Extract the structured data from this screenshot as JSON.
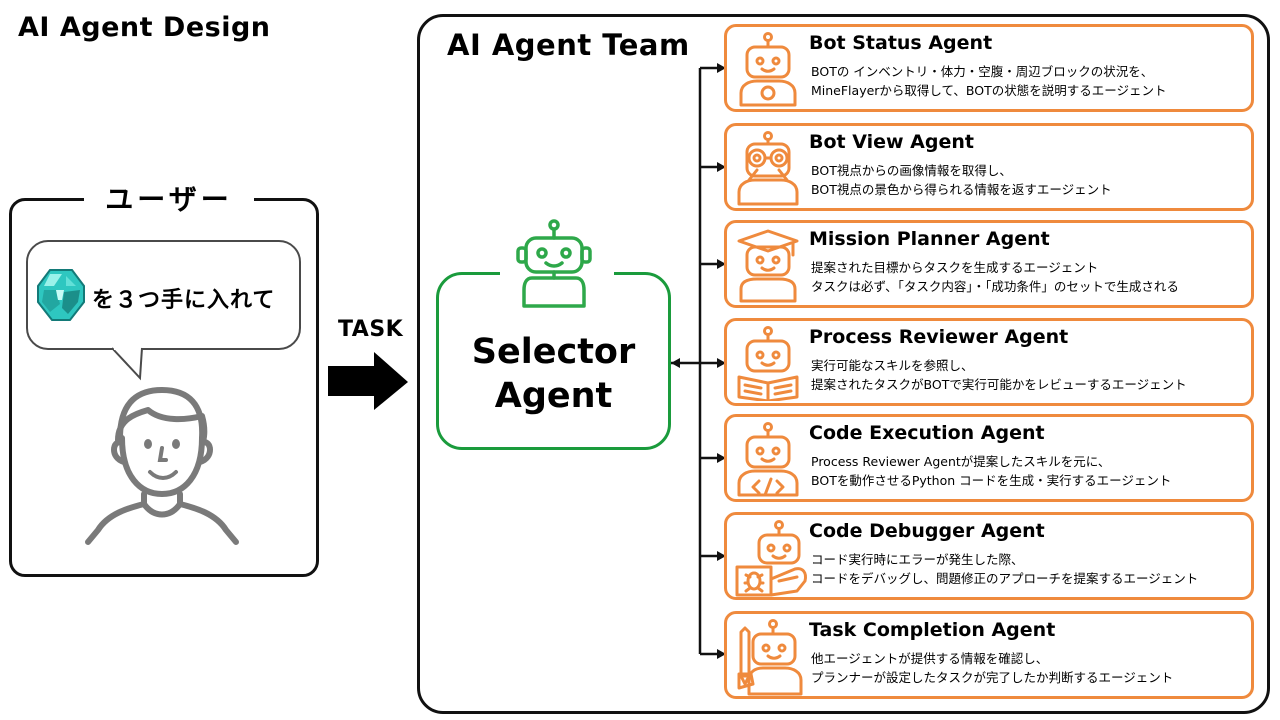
{
  "page_title": "AI Agent Design",
  "user": {
    "title": "ユーザー",
    "request": "を３つ手に入れて",
    "item_icon": "diamond-icon",
    "avatar_icon": "person-icon"
  },
  "task_label": "TASK",
  "team": {
    "title": "AI Agent Team",
    "selector": {
      "line1": "Selector",
      "line2": "Agent",
      "icon": "robot-icon",
      "color": "#1a9b3c"
    },
    "accent_color": "#ef8a3d",
    "agents": [
      {
        "name": "Bot Status Agent",
        "desc": [
          "BOTの インベントリ・体力・空腹・周辺ブロックの状況を、",
          "MineFlayerから取得して、BOTの状態を説明するエージェント"
        ],
        "icon": "robot-status-icon"
      },
      {
        "name": "Bot View Agent",
        "desc": [
          "BOT視点からの画像情報を取得し、",
          "BOT視点の景色から得られる情報を返すエージェント"
        ],
        "icon": "robot-binoculars-icon"
      },
      {
        "name": "Mission Planner Agent",
        "desc": [
          "提案された目標からタスクを生成するエージェント",
          "タスクは必ず、「タスク内容」・「成功条件」のセットで生成される"
        ],
        "icon": "robot-graduate-icon"
      },
      {
        "name": "Process Reviewer Agent",
        "desc": [
          "実行可能なスキルを参照し、",
          "提案されたタスクがBOTで実行可能かをレビューするエージェント"
        ],
        "icon": "robot-reading-icon"
      },
      {
        "name": "Code Execution Agent",
        "desc": [
          "Process Reviewer Agentが提案したスキルを元に、",
          "BOTを動作させるPython コードを生成・実行するエージェント"
        ],
        "icon": "robot-code-icon"
      },
      {
        "name": "Code Debugger Agent",
        "desc": [
          "コード実行時にエラーが発生した際、",
          "コードをデバッグし、問題修正のアプローチを提案するエージェント"
        ],
        "icon": "robot-bug-icon"
      },
      {
        "name": "Task Completion Agent",
        "desc": [
          "他エージェントが提供する情報を確認し、",
          "プランナーが設定したタスクが完了したか判断するエージェント"
        ],
        "icon": "robot-pencil-icon"
      }
    ]
  }
}
